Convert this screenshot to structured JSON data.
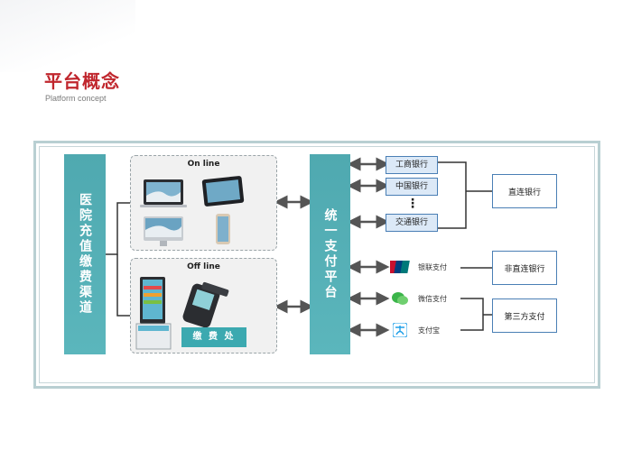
{
  "header": {
    "title": "平台概念",
    "subtitle": "Platform concept"
  },
  "channels": {
    "label": "医院充值缴费渠道",
    "online_label": "On line",
    "offline_label": "Off line",
    "cashier_label": "缴 费 处"
  },
  "platform": {
    "label": "统一支付平台"
  },
  "banks": [
    {
      "label": "工商银行"
    },
    {
      "label": "中国银行"
    },
    {
      "label": "交通银行"
    }
  ],
  "ellipsis": "⋮",
  "payments": [
    {
      "label": "银联支付",
      "icon": "unionpay-icon",
      "color": "#c8102e"
    },
    {
      "label": "微信支付",
      "icon": "wechat-icon",
      "color": "#3bb54a"
    },
    {
      "label": "支付宝",
      "icon": "alipay-icon",
      "color": "#1e9fe8"
    }
  ],
  "categories": {
    "direct": "直连银行",
    "non_direct": "非直连银行",
    "third_party": "第三方支付"
  }
}
